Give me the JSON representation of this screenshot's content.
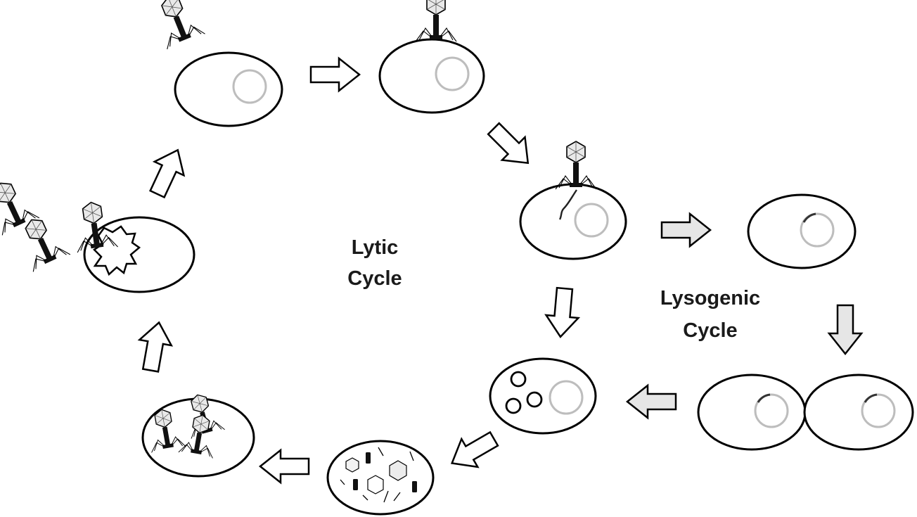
{
  "labels": {
    "lytic_line1": "Lytic",
    "lytic_line2": "Cycle",
    "lysogenic_line1": "Lysogenic",
    "lysogenic_line2": "Cycle"
  },
  "colors": {
    "outline": "#000000",
    "nucleoid": "#bdbdbd",
    "prophage": "#333333",
    "lysogenic_arrow_fill": "#e6e6e6",
    "lytic_arrow_fill": "#ffffff"
  },
  "stages": [
    "phage-approach",
    "phage-attachment",
    "dna-injection",
    "prophage-integration",
    "cell-division",
    "phage-dna-replication",
    "phage-parts-synthesis",
    "phage-assembly",
    "cell-lysis-release"
  ]
}
